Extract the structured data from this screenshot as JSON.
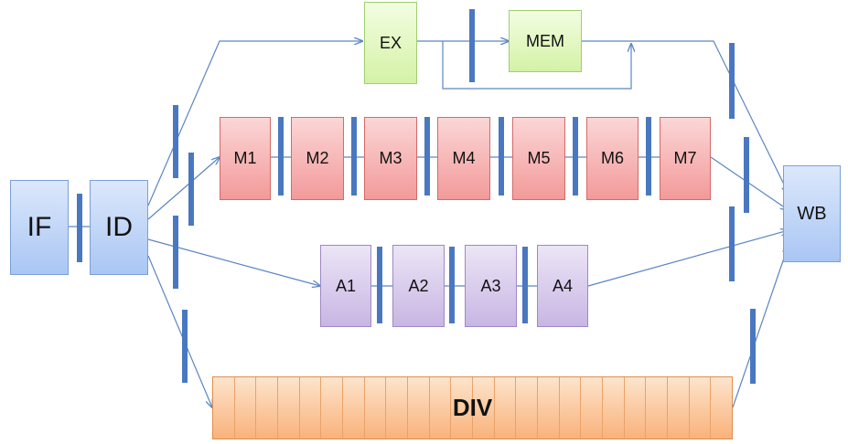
{
  "stages": {
    "if": "IF",
    "id": "ID",
    "ex": "EX",
    "mem": "MEM",
    "wb": "WB",
    "m1": "M1",
    "m2": "M2",
    "m3": "M3",
    "m4": "M4",
    "m5": "M5",
    "m6": "M6",
    "m7": "M7",
    "a1": "A1",
    "a2": "A2",
    "a3": "A3",
    "a4": "A4",
    "div": "DIV"
  },
  "colors": {
    "wire": "#5b86c4",
    "latch": "#4a78c0"
  }
}
